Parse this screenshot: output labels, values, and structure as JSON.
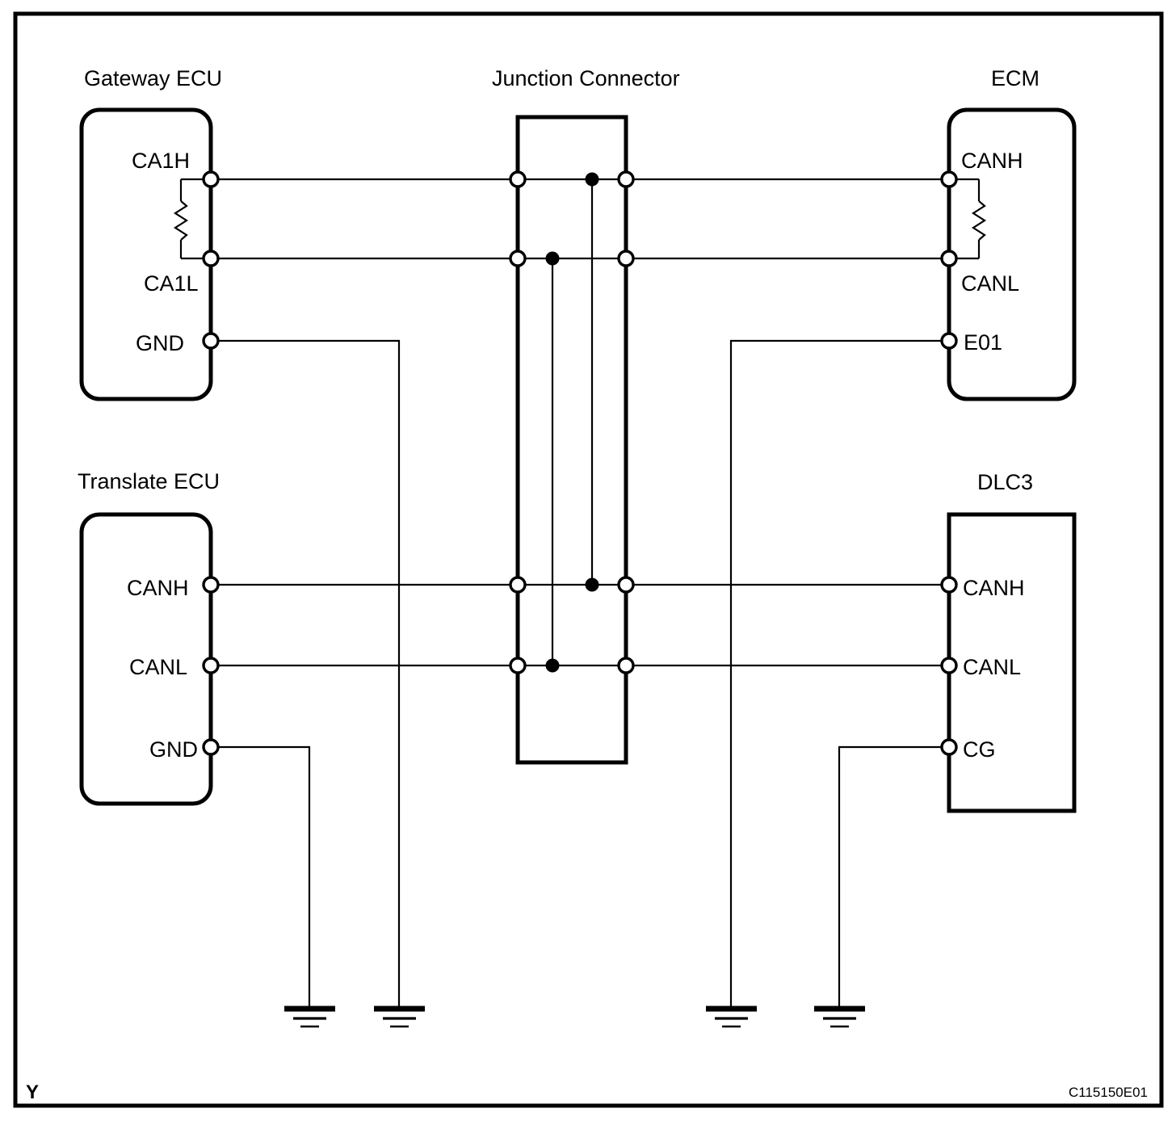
{
  "document": {
    "code": "C115150E01",
    "corner_mark": "Y",
    "type": "can-bus-wiring-diagram"
  },
  "components": {
    "gateway_ecu": {
      "title": "Gateway ECU",
      "shape": "rounded-rect",
      "pins": [
        "CA1H",
        "CA1L",
        "GND"
      ],
      "internal_resistor": true
    },
    "translate_ecu": {
      "title": "Translate ECU",
      "shape": "rounded-rect",
      "pins": [
        "CANH",
        "CANL",
        "GND"
      ],
      "internal_resistor": false
    },
    "junction_connector": {
      "title": "Junction Connector",
      "shape": "rect",
      "pins": []
    },
    "ecm": {
      "title": "ECM",
      "shape": "rounded-rect",
      "pins": [
        "CANH",
        "CANL",
        "E01"
      ],
      "internal_resistor": true
    },
    "dlc3": {
      "title": "DLC3",
      "shape": "rect",
      "pins": [
        "CANH",
        "CANL",
        "CG"
      ],
      "internal_resistor": false
    }
  },
  "pin_labels": {
    "gateway_ca1h": "CA1H",
    "gateway_ca1l": "CA1L",
    "gateway_gnd": "GND",
    "translate_canh": "CANH",
    "translate_canl": "CANL",
    "translate_gnd": "GND",
    "ecm_canh": "CANH",
    "ecm_canl": "CANL",
    "ecm_e01": "E01",
    "dlc3_canh": "CANH",
    "dlc3_canl": "CANL",
    "dlc3_cg": "CG"
  },
  "colors": {
    "line": "#000000",
    "background": "#ffffff",
    "terminal_fill": "#ffffff"
  },
  "ground_symbols": {
    "count": 4,
    "labels": [
      "translate-ecu-ground",
      "gateway-ecu-ground",
      "ecm-ground",
      "dlc3-ground"
    ]
  }
}
